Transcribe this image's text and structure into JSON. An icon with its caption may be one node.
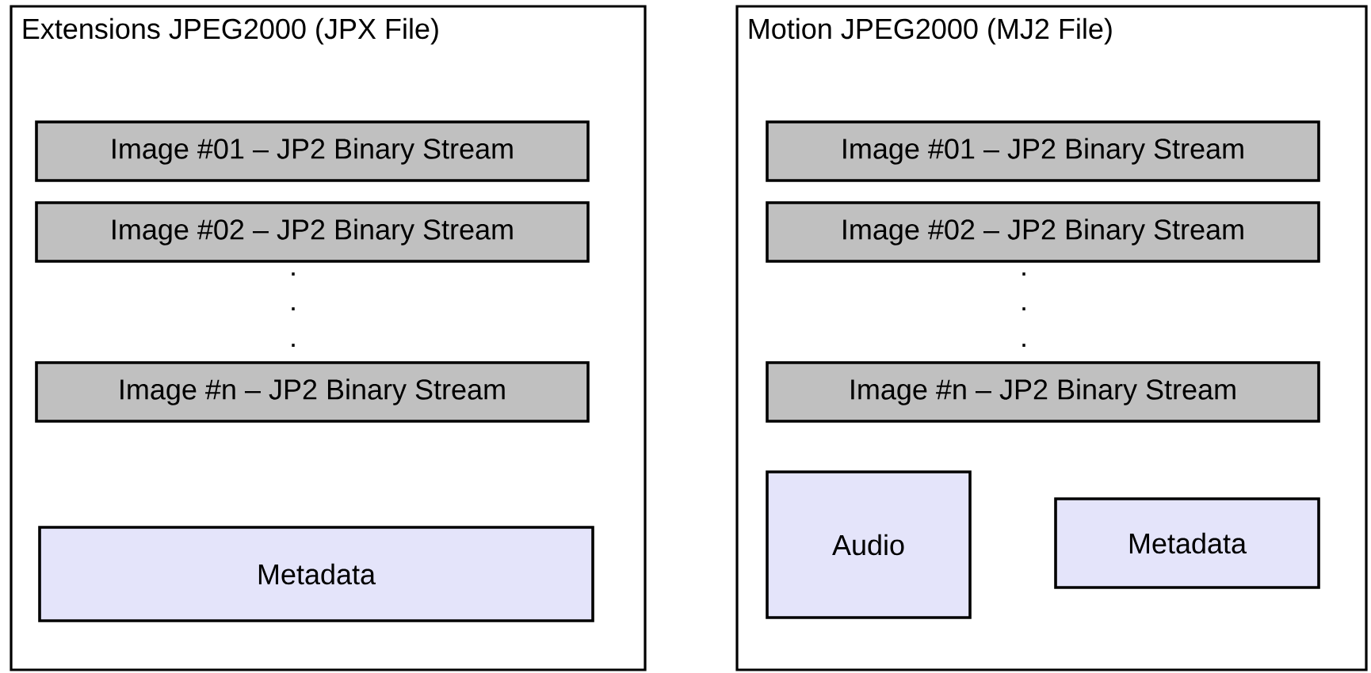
{
  "diagram": {
    "nodes": [
      {
        "text": [
          "Extensions JPEG2000 (JPX File)"
        ]
      },
      {
        "text": [
          "Image #01 – JP2 Binary Stream"
        ],
        "in": 0
      },
      {
        "text": [
          "Image #02 – JP2 Binary Stream"
        ],
        "in": 0
      },
      {
        "text": [
          "Image #n – JP2 Binary Stream"
        ],
        "in": 0
      },
      {
        "text": [
          "Metadata"
        ],
        "in": 0
      },
      {
        "text": [
          "Motion JPEG2000 (MJ2 File)"
        ]
      },
      {
        "text": [
          "Image #01 – JP2 Binary Stream"
        ],
        "in": 5
      },
      {
        "text": [
          "Image #02 – JP2 Binary Stream"
        ],
        "in": 5
      },
      {
        "text": [
          "Image #n – JP2 Binary Stream"
        ],
        "in": 5
      },
      {
        "text": [
          "Audio"
        ],
        "in": 5
      },
      {
        "text": [
          "Metadata"
        ],
        "in": 5
      }
    ],
    "edges": [],
    "labels": [
      ".",
      ".",
      ".",
      ".",
      ".",
      "."
    ]
  }
}
